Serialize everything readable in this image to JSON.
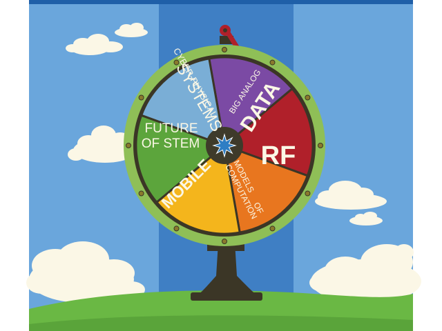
{
  "wheel": {
    "segments": [
      {
        "id": "cyber-physical",
        "lines": [
          "CYBER-PHYSICAL",
          "SYSTEMS"
        ],
        "color": "#7b4aa4"
      },
      {
        "id": "big-analog-data",
        "lines": [
          "BIG ANALOG",
          "DATA"
        ],
        "color": "#b0202a"
      },
      {
        "id": "rf",
        "lines": [
          "RF"
        ],
        "color": "#e8761f"
      },
      {
        "id": "models-of-computation",
        "lines": [
          "MODELS",
          "OF",
          "COMPUTATION"
        ],
        "color": "#f4b51c"
      },
      {
        "id": "mobile",
        "lines": [
          "MOBILE"
        ],
        "color": "#5ca53c"
      },
      {
        "id": "future-of-stem",
        "lines": [
          "FUTURE",
          "OF STEM"
        ],
        "color": "#7aaed6"
      }
    ],
    "rim_color": "#8fbf57",
    "hub_color": "#3e3a2a",
    "star_color": "#2f7ec4"
  },
  "scene": {
    "sky_color": "#6aa6dc",
    "beam_color": "#3f7fc4",
    "grass_color": "#6ab844",
    "top_bar_color": "#1f5fa8",
    "stand_color": "#3b3626"
  }
}
